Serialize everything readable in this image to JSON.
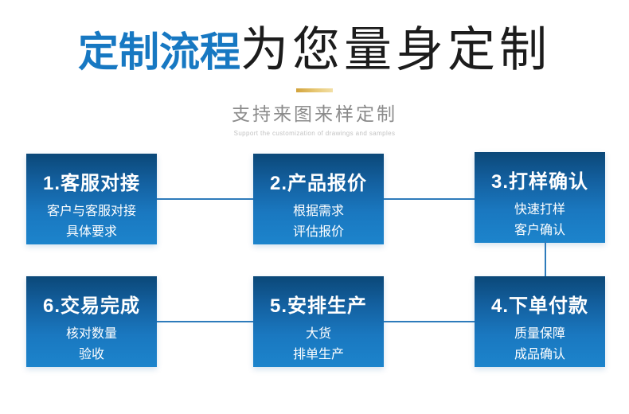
{
  "header": {
    "title_highlight": "定制流程",
    "title_rest": "为您量身定制",
    "subtitle": "支持来图来样定制",
    "subtitle_en": "Support the customization of drawings and samples"
  },
  "colors": {
    "accent_blue": "#1778c2",
    "box_gradient_top": "#0b4878",
    "box_gradient_bottom": "#1c84cc",
    "connector_blue": "#2e7bbb",
    "gold_bar": "#d2a33c",
    "subtitle_gray": "#8b8b8b"
  },
  "steps": [
    {
      "title": "1.客服对接",
      "line1": "客户与客服对接",
      "line2": "具体要求"
    },
    {
      "title": "2.产品报价",
      "line1": "根据需求",
      "line2": "评估报价"
    },
    {
      "title": "3.打样确认",
      "line1": "快速打样",
      "line2": "客户确认"
    },
    {
      "title": "4.下单付款",
      "line1": "质量保障",
      "line2": "成品确认"
    },
    {
      "title": "5.安排生产",
      "line1": "大货",
      "line2": "排单生产"
    },
    {
      "title": "6.交易完成",
      "line1": "核对数量",
      "line2": "验收"
    }
  ]
}
